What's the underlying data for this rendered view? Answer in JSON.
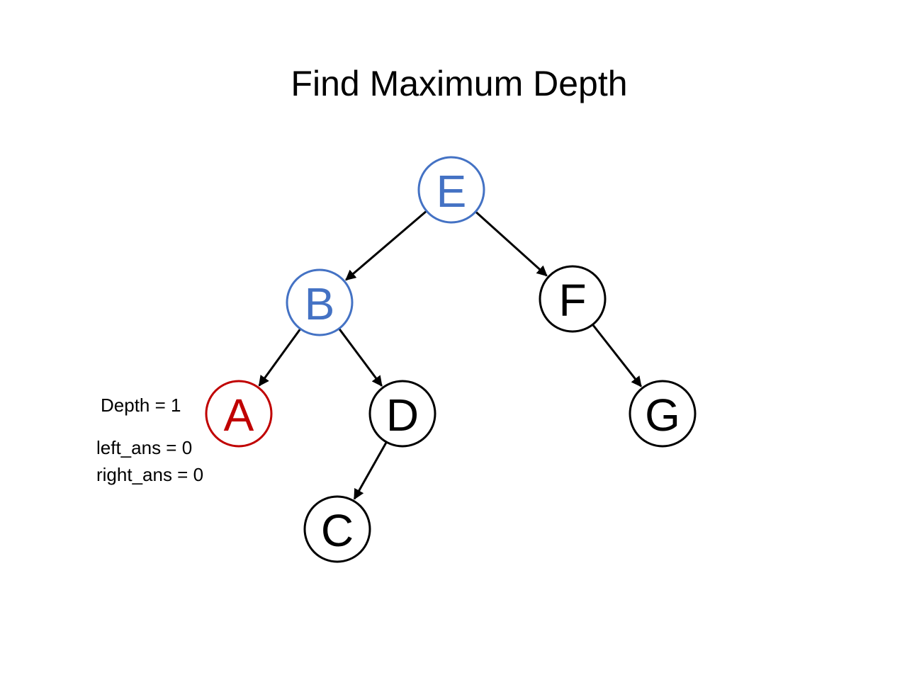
{
  "title": "Find Maximum Depth",
  "colors": {
    "visited": "#4472c4",
    "current": "#c00000",
    "default": "#000000"
  },
  "nodes": [
    {
      "id": "E",
      "label": "E",
      "state": "visited"
    },
    {
      "id": "B",
      "label": "B",
      "state": "visited"
    },
    {
      "id": "F",
      "label": "F",
      "state": "default"
    },
    {
      "id": "A",
      "label": "A",
      "state": "current"
    },
    {
      "id": "D",
      "label": "D",
      "state": "default"
    },
    {
      "id": "G",
      "label": "G",
      "state": "default"
    },
    {
      "id": "C",
      "label": "C",
      "state": "default"
    }
  ],
  "edges": [
    {
      "from": "E",
      "to": "B"
    },
    {
      "from": "E",
      "to": "F"
    },
    {
      "from": "B",
      "to": "A"
    },
    {
      "from": "B",
      "to": "D"
    },
    {
      "from": "F",
      "to": "G"
    },
    {
      "from": "D",
      "to": "C"
    }
  ],
  "annotations": {
    "depth": "Depth = 1",
    "left_ans": "left_ans = 0",
    "right_ans": "right_ans = 0"
  }
}
